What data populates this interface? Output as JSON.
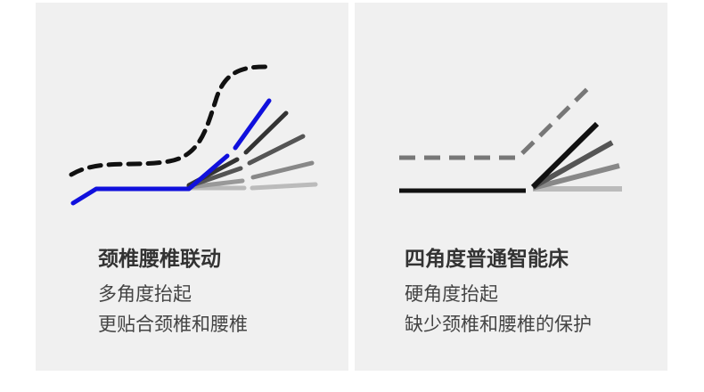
{
  "colors": {
    "card_bg": "#f0f0f0",
    "curve_blue": "#1010dd",
    "curve_black": "#111111",
    "dash_dark": "#111111",
    "dash_gray": "#777777",
    "fan_1": "#333333",
    "fan_2": "#555555",
    "fan_3": "#888888",
    "fan_4": "#bbbbbb"
  },
  "left_card": {
    "icon": "linked-neck-lumbar-bed-curve",
    "title": "颈椎腰椎联动",
    "line1": "多角度抬起",
    "line2": "更贴合颈椎和腰椎"
  },
  "right_card": {
    "icon": "four-angle-bed-curve",
    "title": "四角度普通智能床",
    "line1": "硬角度抬起",
    "line2": "缺少颈椎和腰椎的保护"
  }
}
